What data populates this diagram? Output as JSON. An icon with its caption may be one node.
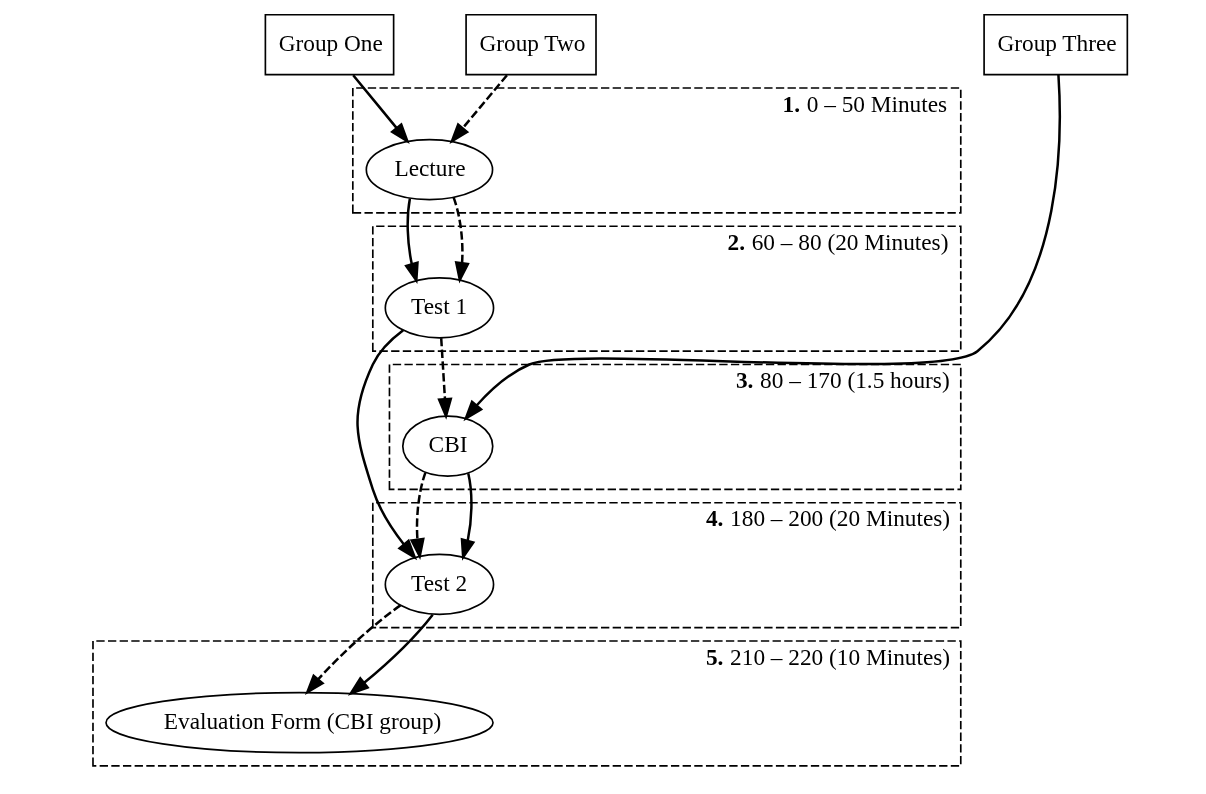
{
  "diagram": {
    "nodes": [
      {
        "text": [
          "Group One"
        ]
      },
      {
        "text": [
          "Group Two"
        ]
      },
      {
        "text": [
          "Group Three"
        ]
      },
      {
        "text": [
          "**1.** 0 – 50 Minutes"
        ]
      },
      {
        "text": [
          "Lecture"
        ],
        "in": 3
      },
      {
        "text": [
          "**2.** 60 – 80 (20 Minutes)"
        ]
      },
      {
        "text": [
          "Test 1"
        ],
        "in": 5
      },
      {
        "text": [
          "**3.** 80 – 170 (1.5 hours)"
        ]
      },
      {
        "text": [
          "CBI"
        ],
        "in": 7
      },
      {
        "text": [
          "**4.** 180 – 200 (20 Minutes)"
        ]
      },
      {
        "text": [
          "Test 2"
        ],
        "in": 9
      },
      {
        "text": [
          "**5.** 210 – 220 (10 Minutes)"
        ]
      },
      {
        "text": [
          "Evaluation Form (CBI group)"
        ],
        "in": 11
      }
    ],
    "edges": [
      {
        "from": 0,
        "to": 4,
        "arrow": "to"
      },
      {
        "from": 1,
        "to": 4,
        "arrow": "to",
        "style": "dashed"
      },
      {
        "from": 2,
        "to": 8,
        "arrow": "to"
      },
      {
        "from": 4,
        "to": 6,
        "arrow": "to"
      },
      {
        "from": 4,
        "to": 6,
        "arrow": "to",
        "style": "dashed"
      },
      {
        "from": 6,
        "to": 8,
        "arrow": "to",
        "style": "dashed"
      },
      {
        "from": 6,
        "to": 10,
        "arrow": "to"
      },
      {
        "from": 8,
        "to": 10,
        "arrow": "to",
        "style": "dashed"
      },
      {
        "from": 8,
        "to": 10,
        "arrow": "to"
      },
      {
        "from": 10,
        "to": 12,
        "arrow": "to",
        "style": "dashed"
      },
      {
        "from": 10,
        "to": 12,
        "arrow": "to"
      }
    ]
  }
}
